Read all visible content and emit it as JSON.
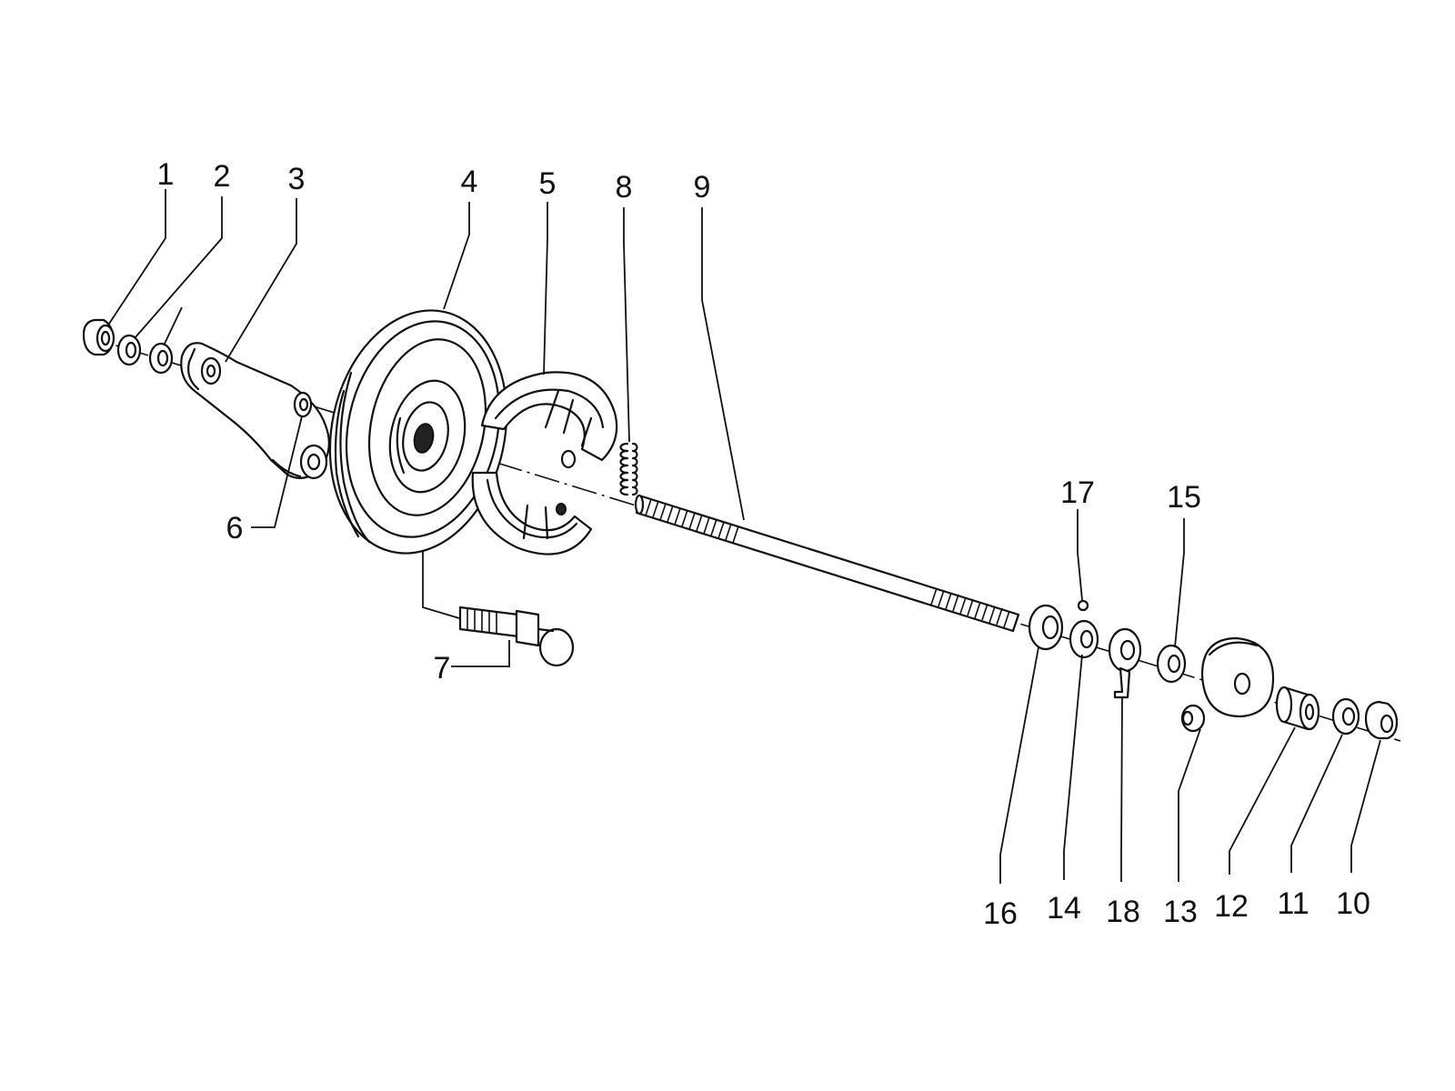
{
  "callouts": [
    {
      "id": "1",
      "label": "1"
    },
    {
      "id": "2",
      "label": "2"
    },
    {
      "id": "3",
      "label": "3"
    },
    {
      "id": "4",
      "label": "4"
    },
    {
      "id": "5",
      "label": "5"
    },
    {
      "id": "6",
      "label": "6"
    },
    {
      "id": "7",
      "label": "7"
    },
    {
      "id": "8",
      "label": "8"
    },
    {
      "id": "9",
      "label": "9"
    },
    {
      "id": "10",
      "label": "10"
    },
    {
      "id": "11",
      "label": "11"
    },
    {
      "id": "12",
      "label": "12"
    },
    {
      "id": "13",
      "label": "13"
    },
    {
      "id": "14",
      "label": "14"
    },
    {
      "id": "15",
      "label": "15"
    },
    {
      "id": "16",
      "label": "16"
    },
    {
      "id": "17",
      "label": "17"
    },
    {
      "id": "18",
      "label": "18"
    }
  ],
  "colors": {
    "ink": "#111111",
    "paper": "#ffffff"
  }
}
